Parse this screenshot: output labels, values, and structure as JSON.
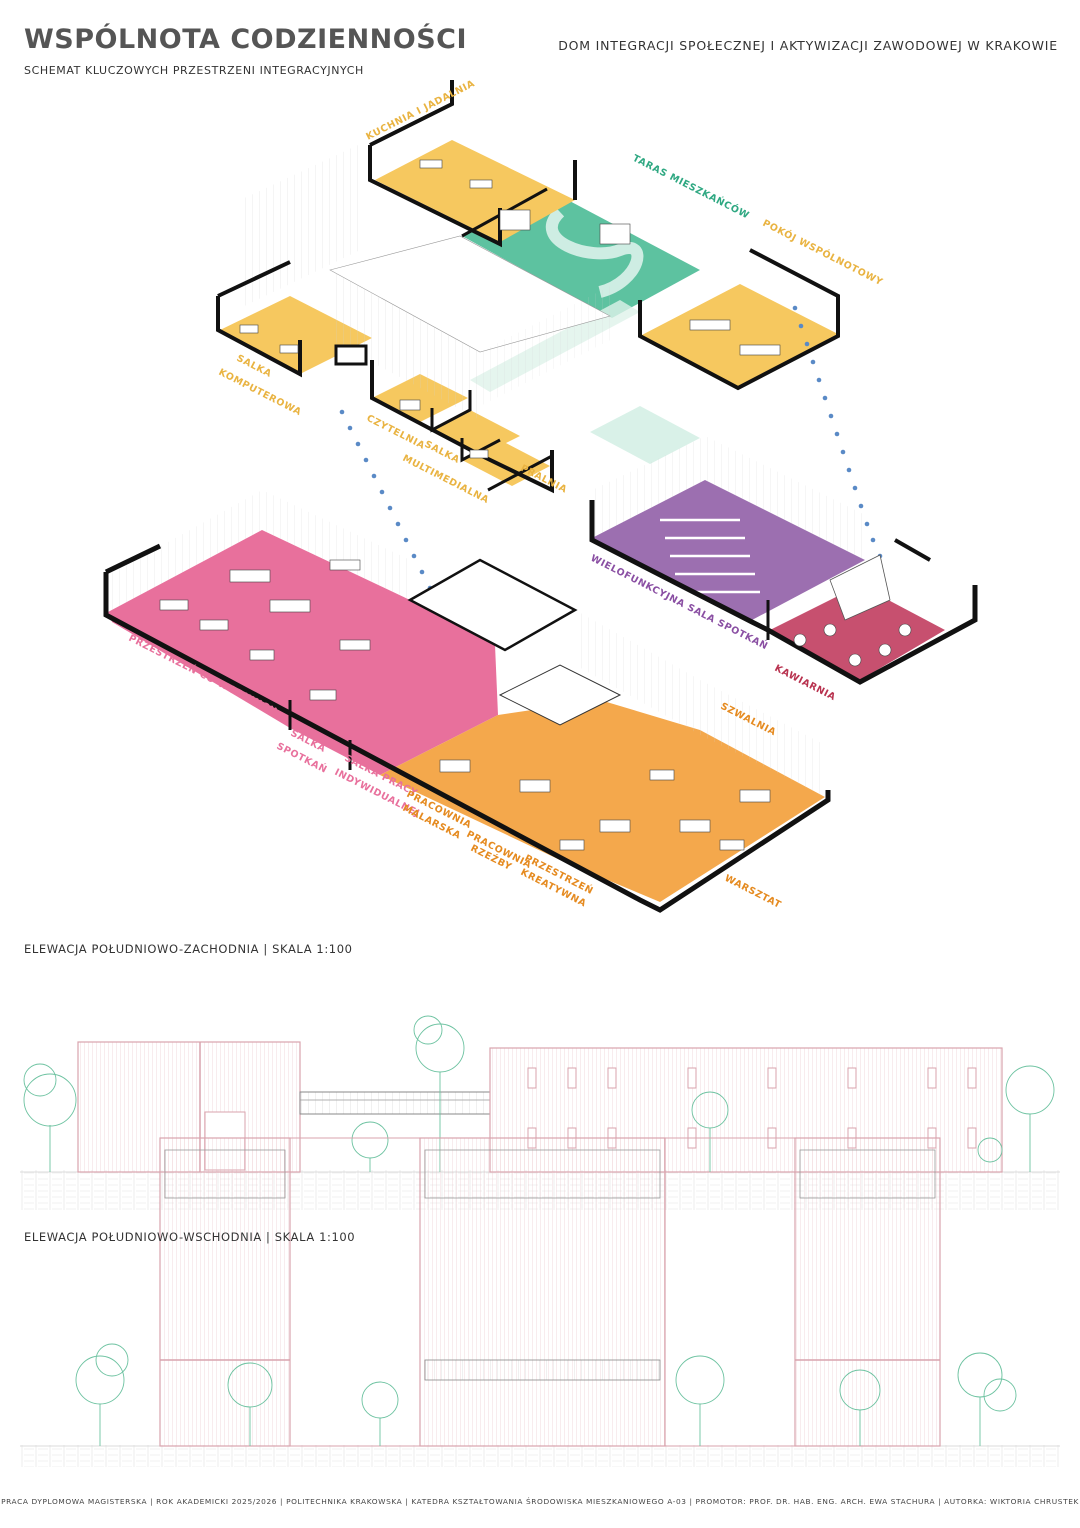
{
  "header": {
    "title": "WSPÓLNOTA CODZIENNOŚCI",
    "subtitle": "SCHEMAT KLUCZOWYCH PRZESTRZENI INTEGRACYJNYCH",
    "project": "DOM INTEGRACJI SPOŁECZNEJ I AKTYWIZACJI ZAWODOWEJ W KRAKOWIE"
  },
  "colors": {
    "yellow": "#f6c85f",
    "green": "#5dc2a0",
    "pink": "#e8709c",
    "orange": "#f4a84c",
    "purple": "#9c6fb0",
    "crimson": "#c7506f",
    "dots": "#5a8ac6",
    "elevation_line": "#d9a3ad",
    "tree": "#6cc2a0"
  },
  "upper_floor_labels": {
    "kuchnia": "KUCHNIA I JADALNIA",
    "taras": "TARAS MIESZKAŃCÓW",
    "pokoj": "POKÓJ WSPÓLNOTOWY",
    "salka_komputerowa_1": "SALKA",
    "salka_komputerowa_2": "KOMPUTEROWA",
    "czytelnia": "CZYTELNIA",
    "multimedialna_1": "SALKA",
    "multimedialna_2": "MULTIMEDIALNA",
    "pralnia": "PRALNIA"
  },
  "ground_floor_labels": {
    "coworking": "PRZESTRZEŃ CO-WORKINGU",
    "spotkan_1": "SALKA",
    "spotkan_2": "SPOTKAŃ",
    "indywidualna_1": "SALKA PRACY",
    "indywidualna_2": "INDYWIDUALNEJ",
    "malarska_1": "PRACOWNIA",
    "malarska_2": "MALARSKA",
    "rzezby_1": "PRACOWNIA",
    "rzezby_2": "RZEŹBY",
    "kreatywna_1": "PRZESTRZEŃ",
    "kreatywna_2": "KREATYWNA",
    "warsztat": "WARSZTAT",
    "szwalnia": "SZWALNIA",
    "sala": "WIELOFUNKCYJNA SALA SPOTKAŃ",
    "kawiarnia": "KAWIARNIA"
  },
  "elevations": {
    "sw_title": "ELEWACJA POŁUDNIOWO-ZACHODNIA | SKALA 1:100",
    "se_title": "ELEWACJA POŁUDNIOWO-WSCHODNIA | SKALA 1:100"
  },
  "footer": {
    "text": "PRACA DYPLOMOWA MAGISTERSKA | ROK AKADEMICKI 2025/2026 | POLITECHNIKA KRAKOWSKA | KATEDRA KSZTAŁTOWANIA ŚRODOWISKA MIESZKANIOWEGO A-03 | PROMOTOR: PROF. DR. HAB. ENG. ARCH. EWA STACHURA | AUTORKA: WIKTORIA CHRUSTEK"
  }
}
